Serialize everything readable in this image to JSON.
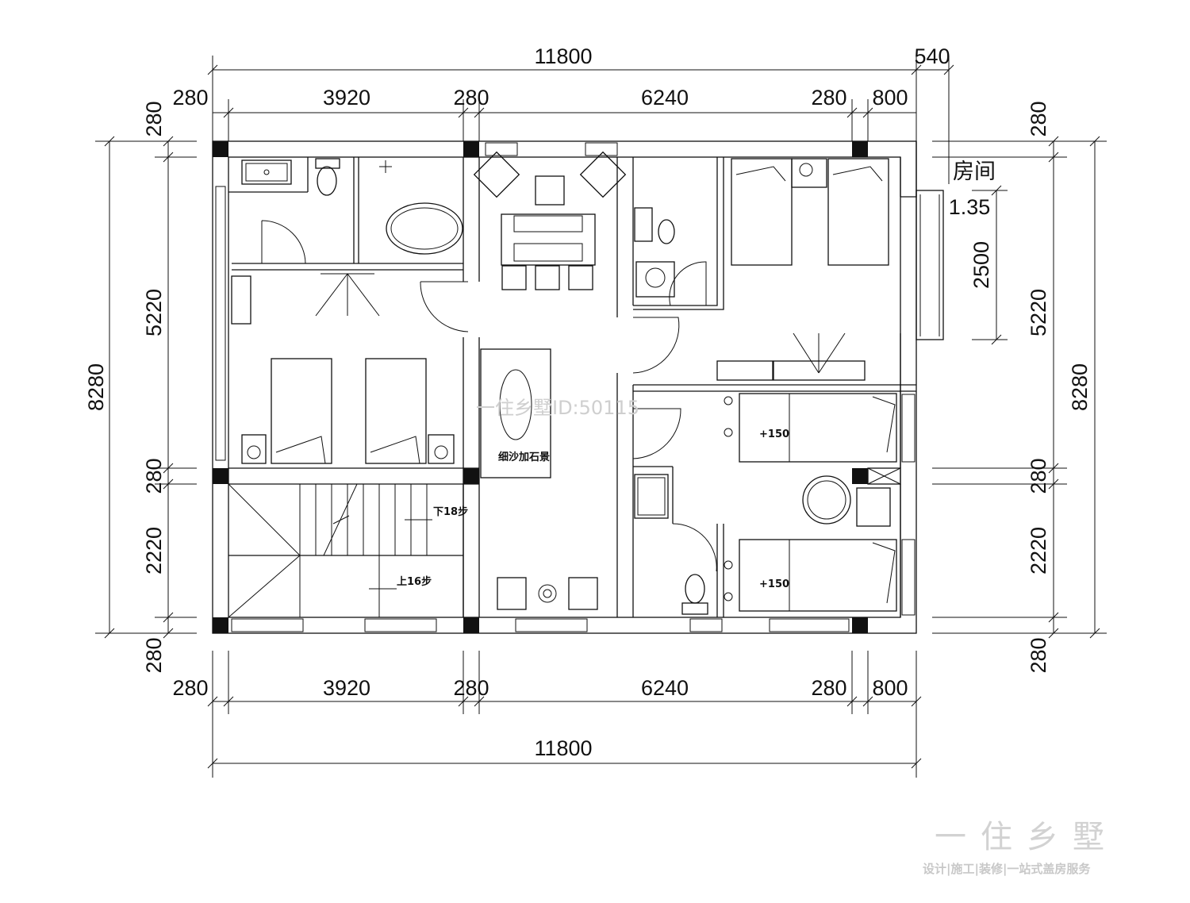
{
  "dimensions": {
    "top_total": "11800",
    "top_offset": "540",
    "top_segments": [
      "280",
      "3920",
      "280",
      "6240",
      "280",
      "800"
    ],
    "bottom_segments": [
      "280",
      "3920",
      "280",
      "6240",
      "280",
      "800"
    ],
    "bottom_total": "11800",
    "left_total": "8280",
    "left_segments": [
      "280",
      "5220",
      "280",
      "2220",
      "280"
    ],
    "right_total": "8280",
    "right_segments": [
      "280",
      "5220",
      "280",
      "2220",
      "280"
    ],
    "balcony_height": "2500"
  },
  "labels": {
    "room": "房间",
    "room_level": "1.35",
    "stone_garden": "细沙加石景",
    "stairs_down": "下18步",
    "stairs_up": "上16步",
    "bed_level_upper": "+150",
    "bed_level_lower": "+150"
  },
  "watermark": "一住乡墅ID:50115",
  "brand": {
    "name": "一住乡墅",
    "slogan": "设计|施工|装修|一站式盖房服务"
  }
}
